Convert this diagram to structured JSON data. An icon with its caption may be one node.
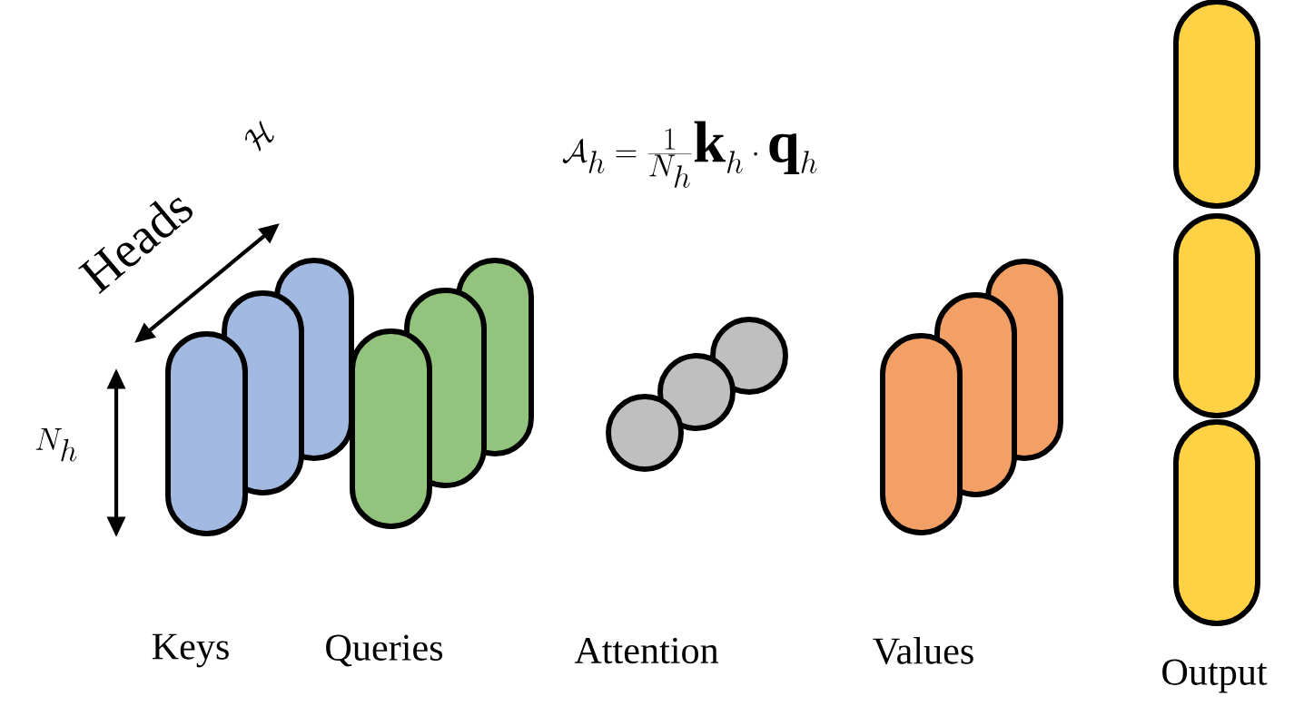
{
  "diagram": {
    "labels": [
      "\\mathcal{A}_h = \\frac{1}{N_h}\\mathbf{k}_h \\cdot \\mathbf{q}_h",
      "Heads",
      "\\mathcal{H}",
      "N_h",
      "Keys",
      "Queries",
      "Attention",
      "Values",
      "Output"
    ]
  }
}
